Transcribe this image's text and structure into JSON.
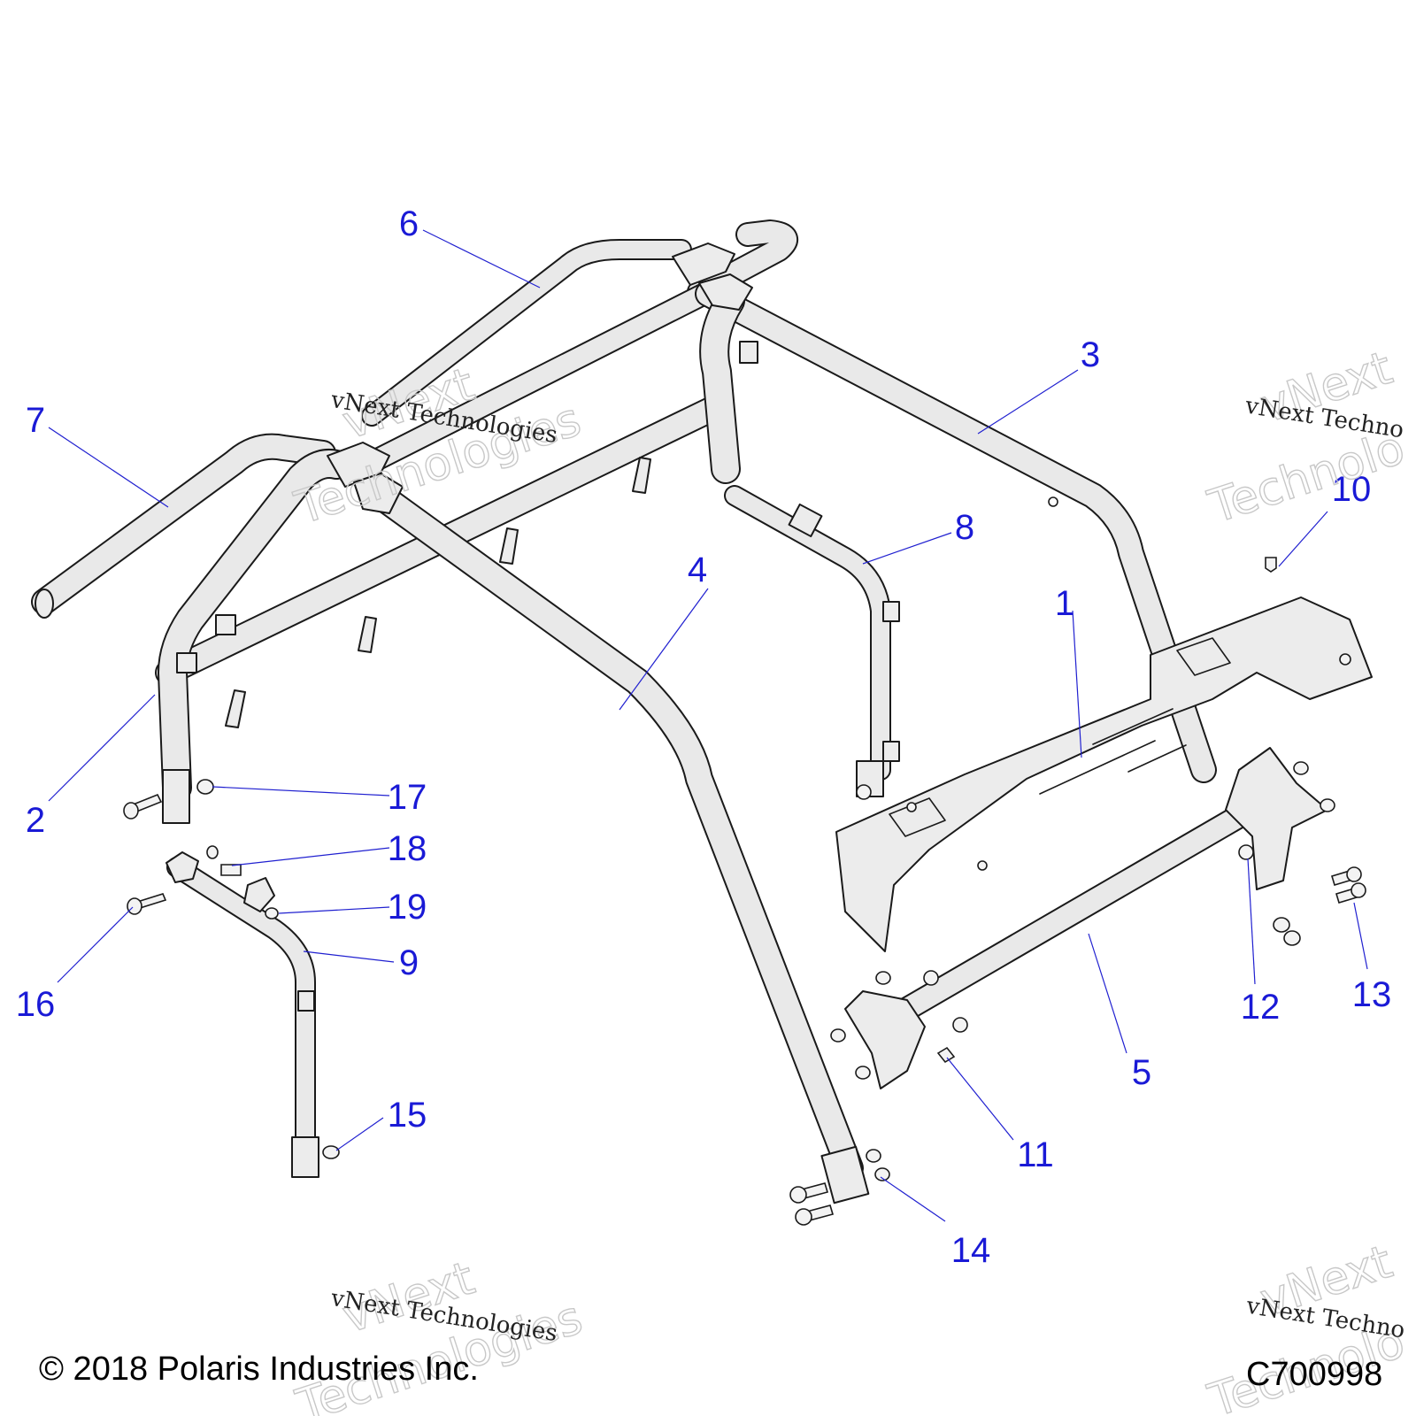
{
  "diagram": {
    "callouts": [
      {
        "label": "1"
      },
      {
        "label": "2"
      },
      {
        "label": "3"
      },
      {
        "label": "4"
      },
      {
        "label": "5"
      },
      {
        "label": "6"
      },
      {
        "label": "7"
      },
      {
        "label": "8"
      },
      {
        "label": "9"
      },
      {
        "label": "10"
      },
      {
        "label": "11"
      },
      {
        "label": "12"
      },
      {
        "label": "13"
      },
      {
        "label": "14"
      },
      {
        "label": "15"
      },
      {
        "label": "16"
      },
      {
        "label": "17"
      },
      {
        "label": "18"
      },
      {
        "label": "19"
      }
    ],
    "watermark": {
      "large_line1": "vNext",
      "large_line2": "Technologies",
      "small": "vNext Technologies",
      "large_line2_short": "Technolo",
      "small_short": "vNext Techno",
      "large_line1_short": "vNext"
    }
  },
  "footer": {
    "copyright": "© 2018 Polaris Industries Inc.",
    "drawing_code": "C700998"
  },
  "colors": {
    "callout": "#1a1ad6",
    "line": "#1a1a1a",
    "part_fill": "#ececec"
  }
}
